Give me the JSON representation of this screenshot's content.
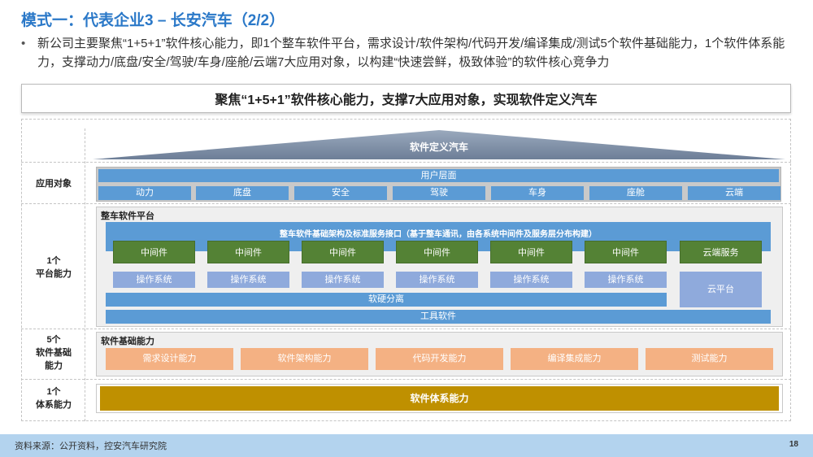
{
  "title": "模式一：代表企业3 – 长安汽车（2/2）",
  "bullet": "新公司主要聚焦“1+5+1”软件核心能力，即1个整车软件平台，需求设计/软件架构/代码开发/编译集成/测试5个软件基础能力，1个软件体系能力，支撑动力/底盘/安全/驾驶/车身/座舱/云端7大应用对象，以构建“快速尝鲜，极致体验”的软件核心竞争力",
  "bullet_marker": "•",
  "banner": "聚焦“1+5+1”软件核心能力，支撑7大应用对象，实现软件定义汽车",
  "roof_label": "软件定义汽车",
  "row_labels": {
    "app": "应用对象",
    "platform_1": "1个",
    "platform_2": "平台能力",
    "base_1": "5个",
    "base_2": "软件基础",
    "base_3": "能力",
    "system_1": "1个",
    "system_2": "体系能力"
  },
  "app_layer": {
    "user_layer": "用户层面",
    "items": [
      "动力",
      "底盘",
      "安全",
      "驾驶",
      "车身",
      "座舱",
      "云端"
    ]
  },
  "platform": {
    "title": "整车软件平台",
    "arch_bar": "整车软件基础架构及标准服务接口（基于整车通讯，由各系统中间件及服务层分布构建）",
    "middleware": [
      "中间件",
      "中间件",
      "中间件",
      "中间件",
      "中间件",
      "中间件"
    ],
    "cloud_service": "云端服务",
    "os": [
      "操作系统",
      "操作系统",
      "操作系统",
      "操作系统",
      "操作系统",
      "操作系统"
    ],
    "cloud_platform": "云平台",
    "soft_hard": "软硬分离",
    "tools": "工具软件"
  },
  "base": {
    "title": "软件基础能力",
    "items": [
      "需求设计能力",
      "软件架构能力",
      "代码开发能力",
      "编译集成能力",
      "测试能力"
    ]
  },
  "system": {
    "label": "软件体系能力"
  },
  "footer": {
    "source": "资料来源：公开资料，控安汽车研究院",
    "page": "18"
  },
  "colors": {
    "title": "#2a78c8",
    "blue_bar": "#5b9bd5",
    "middleware": "#548235",
    "os": "#8faadc",
    "capability": "#f4b183",
    "system": "#bf9000",
    "footer": "#b3d3ee",
    "roof": "#8497b0"
  }
}
